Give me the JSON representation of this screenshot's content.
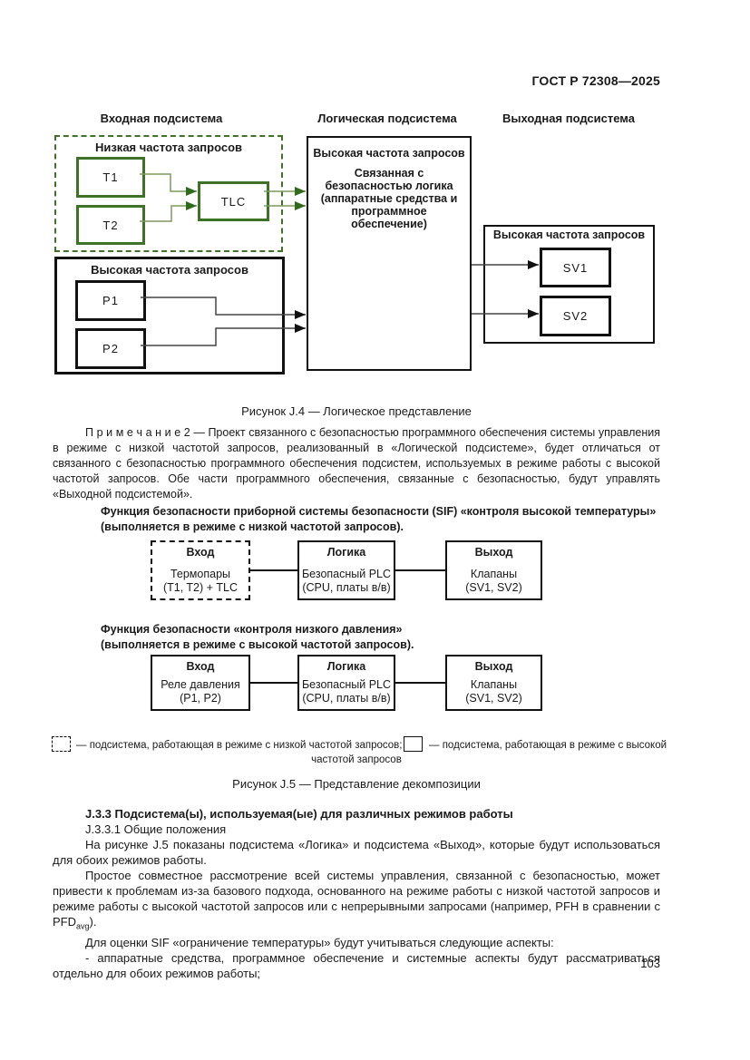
{
  "page": {
    "doc_code": "ГОСТ Р 72308—2025",
    "number": "103"
  },
  "colors": {
    "green_border": "#3e7226",
    "green_line": "#7d9a5e",
    "green_arrow": "#2e6b1a",
    "black": "#111111"
  },
  "figure_j4": {
    "col1": "Входная подсистема",
    "col2": "Логическая подсистема",
    "col3": "Выходная подсистема",
    "low_group_title": "Низкая частота запросов",
    "high_group_title": "Высокая частота запросов",
    "t1": "T1",
    "t2": "T2",
    "tlc": "TLC",
    "p1": "P1",
    "p2": "P2",
    "logic_title": "Высокая частота запросов",
    "logic_body": "Связанная с безопасностью логика (аппаратные средства и программное обеспечение)",
    "output_title": "Высокая частота запросов",
    "sv1": "SV1",
    "sv2": "SV2",
    "caption": "Рисунок J.4 — Логическое представление"
  },
  "note2": "П р и м е ч а н и е   2 — Проект связанного с безопасностью программного обеспечения системы управления в режиме с низкой частотой запросов, реализованный в «Логической подсистеме», будет отличаться от связанного с безопасностью программного обеспечения подсистем, используемых в режиме работы с высокой частотой запросов. Обе части программного обеспечения, связанные с безопасностью, будут управлять «Выходной подсистемой».",
  "figure_j5": {
    "sif1": {
      "title1": "Функция безопасности приборной системы безопасности (SIF) «контроля высокой температуры»",
      "title2": "(выполняется в режиме с низкой частотой запросов).",
      "input_header": "Вход",
      "input_body": "Термопары\n(T1, T2) + TLC",
      "logic_header": "Логика",
      "logic_body": "Безопасный PLC\n(CPU, платы в/в)",
      "output_header": "Выход",
      "output_body": "Клапаны\n(SV1, SV2)"
    },
    "sif2": {
      "title1": "Функция безопасности «контроля низкого давления»",
      "title2": "(выполняется в режиме с высокой частотой запросов).",
      "input_header": "Вход",
      "input_body": "Реле давления\n(P1, P2)",
      "logic_header": "Логика",
      "logic_body": "Безопасный PLC\n(CPU, платы в/в)",
      "output_header": "Выход",
      "output_body": "Клапаны\n(SV1, SV2)"
    },
    "legend_dashed": "— подсистема, работающая в режиме с низкой частотой запросов;",
    "legend_solid_line1": "— подсистема, работающая в режиме с высокой",
    "legend_solid_line2": "частотой запросов",
    "caption": "Рисунок J.5 — Представление декомпозиции"
  },
  "section": {
    "heading": "J.3.3 Подсистема(ы), используемая(ые) для различных режимов работы",
    "subheading": "J.3.3.1 Общие положения",
    "para1": "На рисунке J.5 показаны подсистема «Логика» и подсистема «Выход», которые будут использоваться для обоих режимов работы.",
    "para2_before": "Простое совместное рассмотрение всей системы управления, связанной с безопасностью, может привести к проблемам из-за базового подхода, основанного на режиме работы с низкой частотой запросов и режиме работы с высокой частотой запросов или с непрерывными запросами (например, PFH в сравнении с PFD",
    "para2_sub": "avg",
    "para2_after": ").",
    "para3": "Для оценки SIF «ограничение температуры» будут учитываться следующие аспекты:",
    "bullet1": "- аппаратные средства, программное обеспечение и системные аспекты будут рассматриваться отдельно для обоих режимов работы;"
  }
}
